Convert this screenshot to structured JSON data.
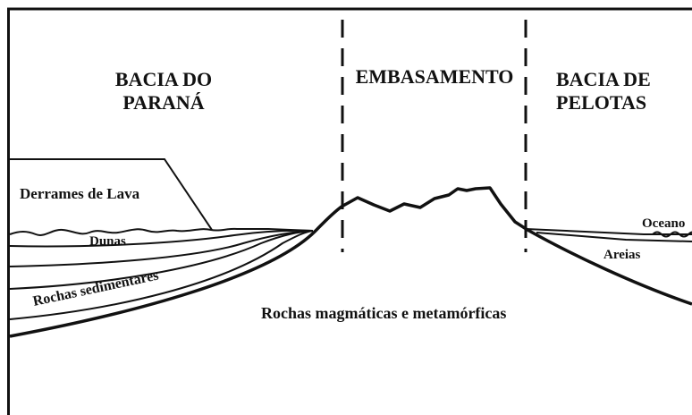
{
  "labels": {
    "bacia_parana": {
      "line1": "BACIA DO",
      "line2": "PARANÁ"
    },
    "embasamento": "EMBASAMENTO",
    "bacia_pelotas": {
      "line1": "BACIA DE",
      "line2": "PELOTAS"
    },
    "derrames": "Derrames de Lava",
    "dunas": "Dunas",
    "sedimentares": "Rochas sedimentares",
    "magmaticas": "Rochas magmáticas e metamórficas",
    "oceano": "Oceano",
    "areias": "Areias"
  },
  "colors": {
    "line": "#111111",
    "background": "#ffffff"
  }
}
